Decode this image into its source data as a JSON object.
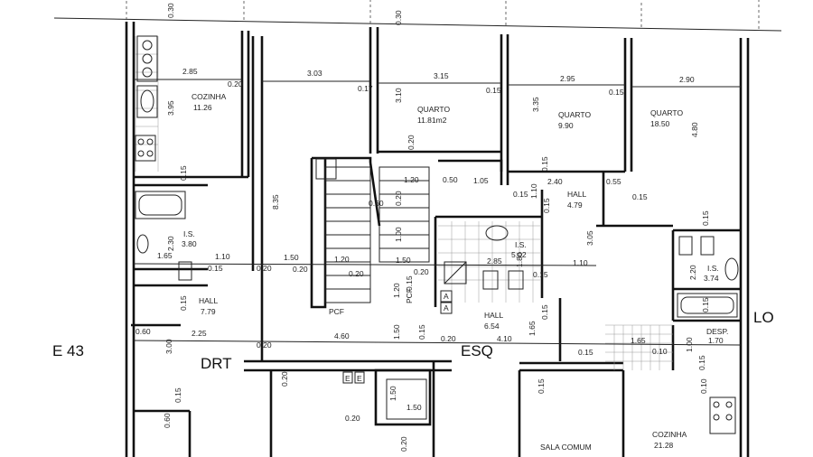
{
  "rooms": {
    "cozinha_left": {
      "name": "COZINHA",
      "area": "11.26"
    },
    "quarto_1": {
      "name": "QUARTO",
      "area": "11.81m2"
    },
    "quarto_2": {
      "name": "QUARTO",
      "area": "9.90"
    },
    "quarto_3": {
      "name": "QUARTO",
      "area": "18.50"
    },
    "hall_left": {
      "name": "HALL",
      "area": "7.79"
    },
    "hall_center": {
      "name": "HALL",
      "area": "6.54"
    },
    "hall_right": {
      "name": "HALL",
      "area": "4.79"
    },
    "is_left": {
      "name": "I.S.",
      "area": "3.80"
    },
    "is_center": {
      "name": "I.S.",
      "area": "5.02"
    },
    "is_right": {
      "name": "I.S.",
      "area": "3.74"
    },
    "cozinha_right": {
      "name": "COZINHA",
      "area": "21.28"
    },
    "sala_comum": {
      "name": "SALA COMUM"
    },
    "desp": {
      "name": "DESP.",
      "area": "1.70"
    }
  },
  "labels": {
    "drt": "DRT",
    "esq": "ESQ",
    "lo": "LO",
    "e43": "E 43",
    "pcf_1": "PCF",
    "pcf_2": "PCF",
    "lift_a1": "A",
    "lift_a2": "A",
    "lift_e1": "E",
    "lift_e2": "E"
  },
  "dimensions": {
    "d_030a": "0.30",
    "d_030b": "0.30",
    "d_285a": "2.85",
    "d_303": "3.03",
    "d_315": "3.15",
    "d_295": "2.95",
    "d_290": "2.90",
    "d_020a": "0.20",
    "d_017": "0.17",
    "d_015a": "0.15",
    "d_015b": "0.15",
    "d_395": "3.95",
    "d_310": "3.10",
    "d_335": "3.35",
    "d_480": "4.80",
    "d_020b": "0.20",
    "d_015c": "0.15",
    "d_835": "8.35",
    "d_050a": "0.50",
    "d_120a": "1.20",
    "d_105": "1.05",
    "d_015d": "0.15",
    "d_110a": "1.10",
    "d_240": "2.40",
    "d_055": "0.55",
    "d_015e": "0.15",
    "d_060a": "0.60",
    "d_100": "1.00",
    "d_015f": "0.15",
    "d_015g": "0.15",
    "d_230": "2.30",
    "d_165a": "1.65",
    "d_110b": "1.10",
    "d_015h": "0.15",
    "d_020c": "0.20",
    "d_150a": "1.50",
    "d_020d": "0.20",
    "d_120b": "1.20",
    "d_020e": "0.20",
    "d_150b": "1.50",
    "d_020f": "0.20",
    "d_285b": "2.85",
    "d_180": "1.80",
    "d_015i": "0.15",
    "d_110c": "1.10",
    "d_305": "3.05",
    "d_220": "2.20",
    "d_015j": "0.15",
    "d_015k": "0.15",
    "d_120c": "1.20",
    "d_015l": "0.15",
    "d_015m": "0.15",
    "d_150c": "1.50",
    "d_015n": "0.15",
    "d_060b": "0.60",
    "d_225": "2.25",
    "d_300": "3.00",
    "d_460": "4.60",
    "d_020g": "0.20",
    "d_150d": "1.50",
    "d_020h": "0.20",
    "d_410": "4.10",
    "d_165b": "1.65",
    "d_015o": "0.15",
    "d_165c": "1.65",
    "d_010a": "0.10",
    "d_100b": "1.00",
    "d_015p": "0.15",
    "d_020i": "0.20",
    "d_020j": "0.20",
    "d_150e": "1.50",
    "d_150f": "1.50",
    "d_020k": "0.20",
    "d_015q": "0.15",
    "d_010b": "0.10",
    "d_060c": "0.60",
    "d_015r": "0.15",
    "d_020l": "0.20",
    "d_015s": "0.15"
  }
}
